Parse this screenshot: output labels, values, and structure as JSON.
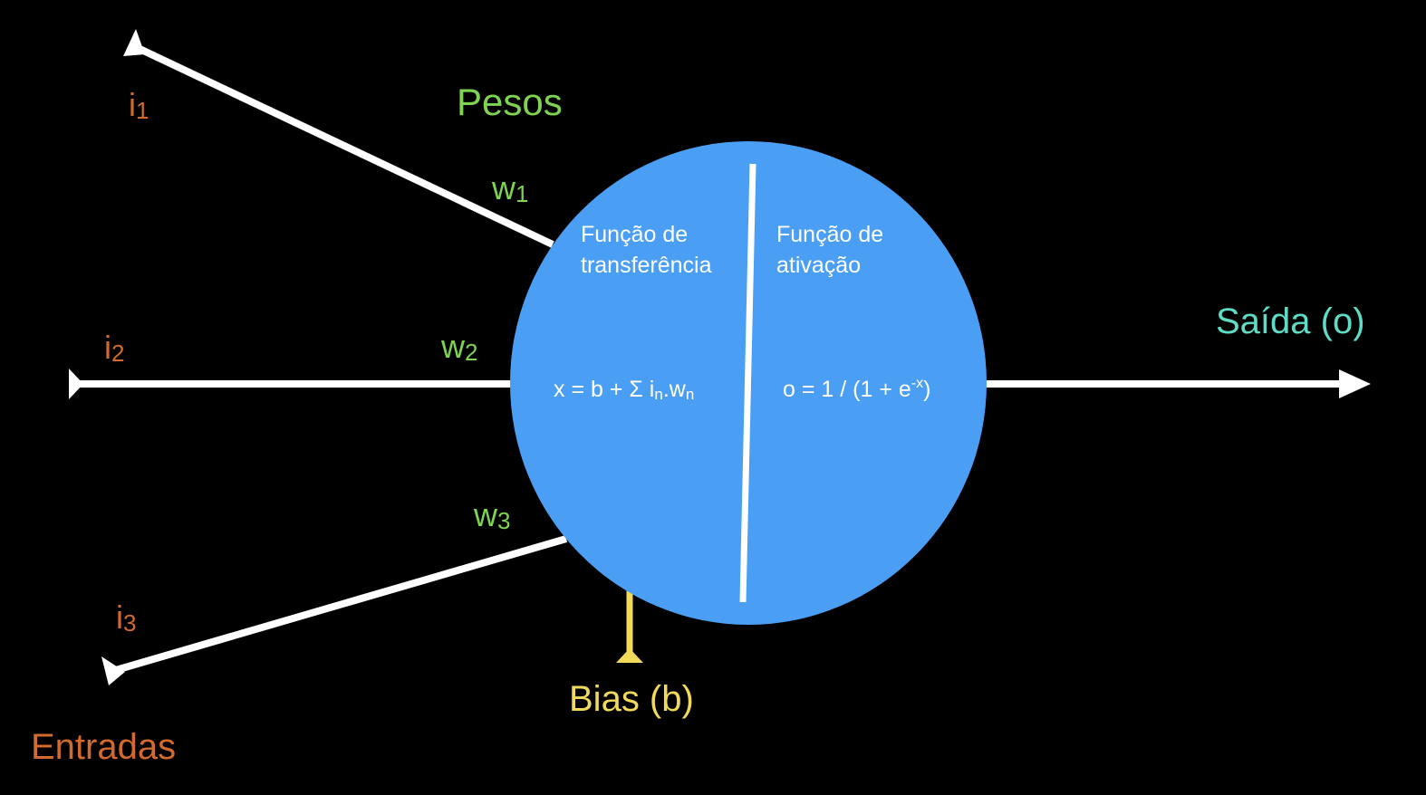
{
  "colors": {
    "background": "#000000",
    "neuron": "#4a9ff5",
    "lines": "#ffffff",
    "inputs": "#d2692d",
    "weights": "#7ed350",
    "bias": "#f1d95a",
    "output": "#5fdcc6",
    "neuron_text": "#ffffff"
  },
  "labels": {
    "entradas": "Entradas",
    "pesos": "Pesos",
    "bias": "Bias (b)",
    "saida": "Saída (o)"
  },
  "inputs": [
    {
      "base": "i",
      "sub": "1"
    },
    {
      "base": "i",
      "sub": "2"
    },
    {
      "base": "i",
      "sub": "3"
    }
  ],
  "weights": [
    {
      "base": "w",
      "sub": "1"
    },
    {
      "base": "w",
      "sub": "2"
    },
    {
      "base": "w",
      "sub": "3"
    }
  ],
  "neuron": {
    "transfer": {
      "title_line1": "Função de",
      "title_line2": "transferência",
      "formula_a": "x = b + Σ i",
      "formula_sub1": "n",
      "formula_b": ".w",
      "formula_sub2": "n"
    },
    "activation": {
      "title_line1": "Função de",
      "title_line2": "ativação",
      "formula_a": "o = 1 / (1 + e",
      "formula_sup": "-x",
      "formula_b": ")"
    }
  }
}
